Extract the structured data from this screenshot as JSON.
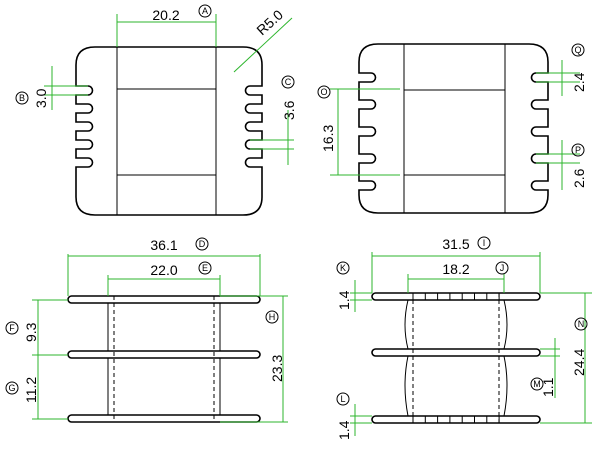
{
  "views": {
    "top_left": {
      "width_value": "20.2",
      "width_tag": "A",
      "radius_value": "R5.0",
      "slot_value": "3.0",
      "slot_tag": "B",
      "pin_value": "3.6",
      "pin_tag": "C"
    },
    "top_right": {
      "pitch_value": "16.3",
      "pitch_tag": "O",
      "top_pin_value": "2.4",
      "top_pin_tag": "Q",
      "bottom_pin_value": "2.6",
      "bottom_pin_tag": "P"
    },
    "bottom_left": {
      "overall_value": "36.1",
      "overall_tag": "D",
      "core_value": "22.0",
      "core_tag": "E",
      "height_value": "23.3",
      "height_tag": "H",
      "upper_bay_value": "9.3",
      "upper_bay_tag": "F",
      "lower_bay_value": "11.2",
      "lower_bay_tag": "G"
    },
    "bottom_right": {
      "overall_value": "31.5",
      "overall_tag": "I",
      "core_value": "18.2",
      "core_tag": "J",
      "top_flange_value": "1.4",
      "top_flange_tag": "K",
      "bottom_flange_value": "1.4",
      "bottom_flange_tag": "L",
      "mid_flange_value": "1.1",
      "mid_flange_tag": "M",
      "height_value": "24.4",
      "height_tag": "N"
    }
  }
}
